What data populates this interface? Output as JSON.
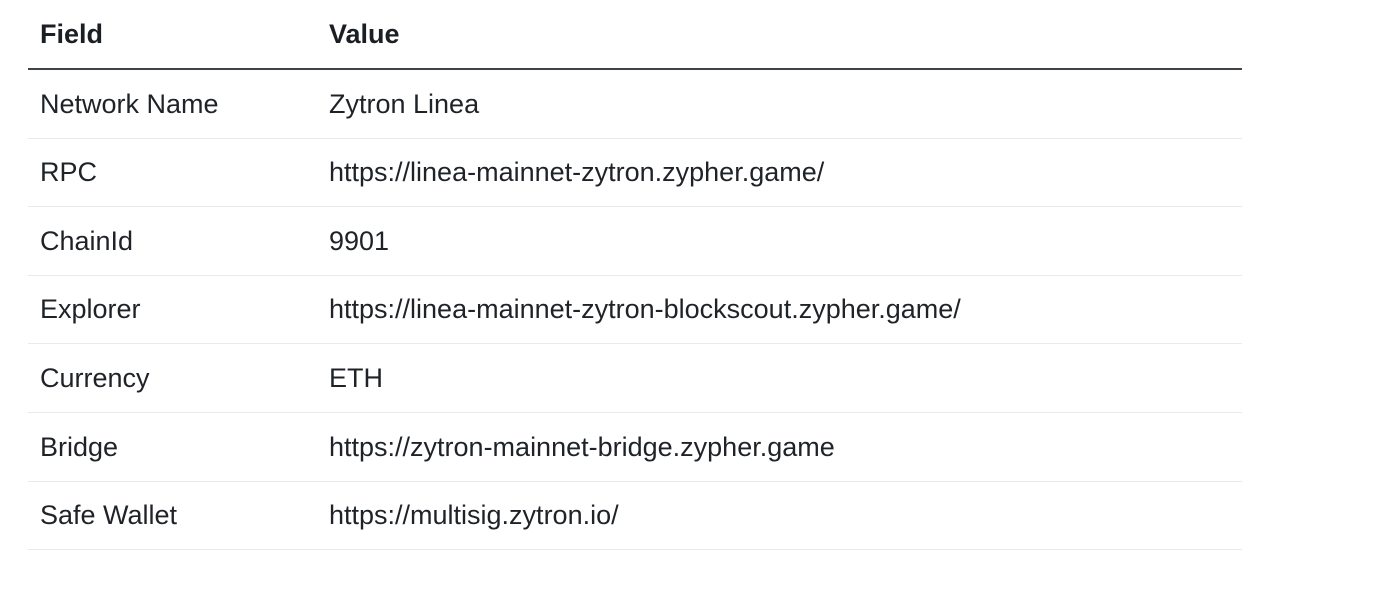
{
  "table": {
    "columns": [
      {
        "label": "Field"
      },
      {
        "label": "Value"
      }
    ],
    "rows": [
      {
        "field": "Network Name",
        "value": "Zytron Linea"
      },
      {
        "field": "RPC",
        "value": "https://linea-mainnet-zytron.zypher.game/"
      },
      {
        "field": "ChainId",
        "value": "9901"
      },
      {
        "field": "Explorer",
        "value": "https://linea-mainnet-zytron-blockscout.zypher.game/"
      },
      {
        "field": "Currency",
        "value": "ETH"
      },
      {
        "field": "Bridge",
        "value": "https://zytron-mainnet-bridge.zypher.game"
      },
      {
        "field": "Safe Wallet",
        "value": "https://multisig.zytron.io/"
      }
    ],
    "colors": {
      "text": "#1f2328",
      "header_rule": "#3f444a",
      "row_divider": "#e8eaec",
      "background": "#ffffff"
    }
  }
}
